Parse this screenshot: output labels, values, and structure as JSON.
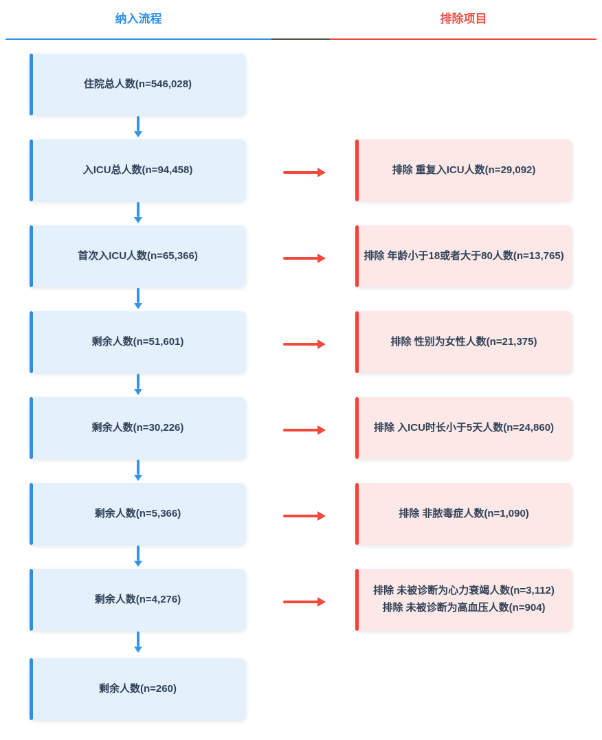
{
  "header": {
    "left_title": "纳入流程",
    "right_title": "排除项目"
  },
  "colors": {
    "header_blue": "#2b90ea",
    "header_red": "#f25045",
    "blue_accent": "#2b90ea",
    "blue_box_bg": "#e4f1fc",
    "blue_arrow": "#3595e2",
    "red_accent": "#f04438",
    "red_box_bg": "#fce8e6",
    "red_arrow": "#f3493c",
    "divider_dark": "#55504a",
    "box_text": "#2f4158"
  },
  "flow": {
    "rows": [
      {
        "left_label": "住院总人数(n=546,028)",
        "right_lines": []
      },
      {
        "left_label": "入ICU总人数(n=94,458)",
        "right_lines": [
          "排除 重复入ICU人数(n=29,092)"
        ]
      },
      {
        "left_label": "首次入ICU人数(n=65,366)",
        "right_lines": [
          "排除 年龄小于18或者大于80人数(n=13,765)"
        ]
      },
      {
        "left_label": "剩余人数(n=51,601)",
        "right_lines": [
          "排除 性别为女性人数(n=21,375)"
        ]
      },
      {
        "left_label": "剩余人数(n=30,226)",
        "right_lines": [
          "排除 入ICU时长小于5天人数(n=24,860)"
        ]
      },
      {
        "left_label": "剩余人数(n=5,366)",
        "right_lines": [
          "排除 非脓毒症人数(n=1,090)"
        ]
      },
      {
        "left_label": "剩余人数(n=4,276)",
        "right_lines": [
          "排除 未被诊断为心力衰竭人数(n=3,112)",
          "排除 未被诊断为高血压人数(n=904)"
        ]
      },
      {
        "left_label": "剩余人数(n=260)",
        "right_lines": []
      }
    ]
  }
}
